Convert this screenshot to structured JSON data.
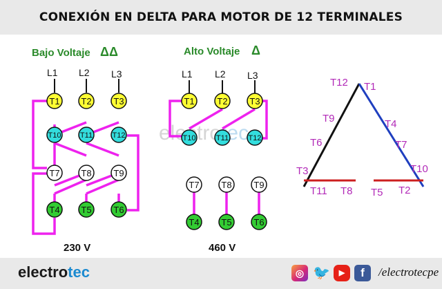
{
  "header": {
    "title": "CONEXIÓN EN DELTA PARA MOTOR DE 12 TERMINALES"
  },
  "low_voltage": {
    "title": "Bajo Voltaje",
    "delta_symbol": "ΔΔ",
    "lines": [
      "L1",
      "L2",
      "L3"
    ],
    "row1": [
      "T1",
      "T2",
      "T3"
    ],
    "row2": [
      "T10",
      "T11",
      "T12"
    ],
    "row3": [
      "T7",
      "T8",
      "T9"
    ],
    "row4": [
      "T4",
      "T5",
      "T6"
    ],
    "voltage": "230 V"
  },
  "high_voltage": {
    "title": "Alto Voltaje",
    "delta_symbol": "Δ",
    "lines": [
      "L1",
      "L2",
      "L3"
    ],
    "row1": [
      "T1",
      "T2",
      "T3"
    ],
    "row2": [
      "T10",
      "T11",
      "T12"
    ],
    "row3": [
      "T7",
      "T8",
      "T9"
    ],
    "row4": [
      "T4",
      "T5",
      "T6"
    ],
    "voltage": "460 V"
  },
  "triangle": {
    "labels": [
      "T12",
      "T1",
      "T9",
      "T4",
      "T6",
      "T7",
      "T3",
      "T10",
      "T11",
      "T8",
      "T5",
      "T2"
    ]
  },
  "watermark": {
    "part1": "electro",
    "part2": "tec"
  },
  "footer": {
    "brand_part1": "electro",
    "brand_part2": "tec",
    "handle": "/electrotecpe"
  },
  "colors": {
    "yellow": "#ffff33",
    "cyan": "#33dddd",
    "green": "#33cc33",
    "magenta": "#ee22ee",
    "blue": "#1f3fbf",
    "red": "#cc1f1f",
    "title_green": "#2a8a2a"
  },
  "icons": [
    "instagram-icon",
    "twitter-icon",
    "youtube-icon",
    "facebook-icon"
  ]
}
